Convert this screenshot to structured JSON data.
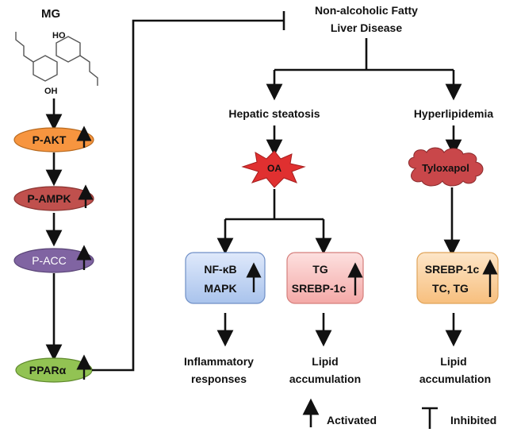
{
  "compound": {
    "name": "MG",
    "oh_top": "HO",
    "oh_bottom": "OH"
  },
  "pathway": {
    "akt": "P-AKT",
    "ampk": "P-AMPK",
    "acc": "P-ACC",
    "ppar": "PPARα"
  },
  "disease": {
    "line1": "Non-alcoholic Fatty",
    "line2": "Liver Disease"
  },
  "branches": {
    "steatosis": "Hepatic steatosis",
    "hyperlipidemia": "Hyperlipidemia"
  },
  "inducers": {
    "oa": "OA",
    "tyloxapol": "Tyloxapol"
  },
  "markers": {
    "nfkb": {
      "line1": "NF-κB",
      "line2": "MAPK"
    },
    "tg": {
      "line1": "TG",
      "line2": "SREBP-1c"
    },
    "srebp": {
      "line1": "SREBP-1c",
      "line2": "TC, TG"
    }
  },
  "outcomes": {
    "inflammatory": {
      "line1": "Inflammatory",
      "line2": "responses"
    },
    "lipid1": {
      "line1": "Lipid",
      "line2": "accumulation"
    },
    "lipid2": {
      "line1": "Lipid",
      "line2": "accumulation"
    }
  },
  "legend": {
    "activated": "Activated",
    "inhibited": "Inhibited"
  },
  "colors": {
    "akt": "#f7953f",
    "ampk": "#c0504d",
    "acc": "#8064a2",
    "ppar": "#92c353",
    "oa": "#e03030",
    "tyloxapol": "#c9474a",
    "nfkb_box": "#c9daf8",
    "tg_box": "#f9c9c8",
    "srebp_box": "#fbd5a8"
  }
}
